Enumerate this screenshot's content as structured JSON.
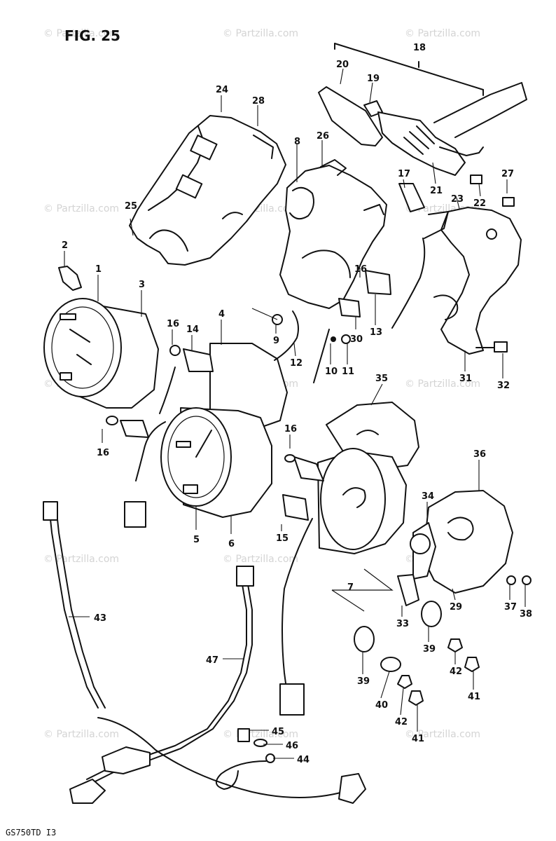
{
  "figure": {
    "title": "FIG. 25",
    "model_code": "GS750TD  I3"
  },
  "watermark": {
    "text": "© Partzilla.com"
  },
  "parts": {
    "p1": "1",
    "p2": "2",
    "p3": "3",
    "p4": "4",
    "p5": "5",
    "p6": "6",
    "p7": "7",
    "p8": "8",
    "p9": "9",
    "p10": "10",
    "p11": "11",
    "p12": "12",
    "p13": "13",
    "p14": "14",
    "p15": "15",
    "p16a": "16",
    "p16b": "16",
    "p16c": "16",
    "p16d": "16",
    "p17": "17",
    "p18": "18",
    "p19": "19",
    "p20": "20",
    "p21": "21",
    "p22": "22",
    "p23": "23",
    "p24": "24",
    "p25": "25",
    "p26": "26",
    "p27": "27",
    "p28": "28",
    "p29": "29",
    "p30": "30",
    "p31": "31",
    "p32": "32",
    "p33": "33",
    "p34": "34",
    "p35": "35",
    "p36": "36",
    "p37": "37",
    "p38": "38",
    "p39a": "39",
    "p39b": "39",
    "p40": "40",
    "p41a": "41",
    "p41b": "41",
    "p42a": "42",
    "p42b": "42",
    "p43": "43",
    "p44": "44",
    "p45": "45",
    "p46": "46",
    "p47": "47"
  }
}
